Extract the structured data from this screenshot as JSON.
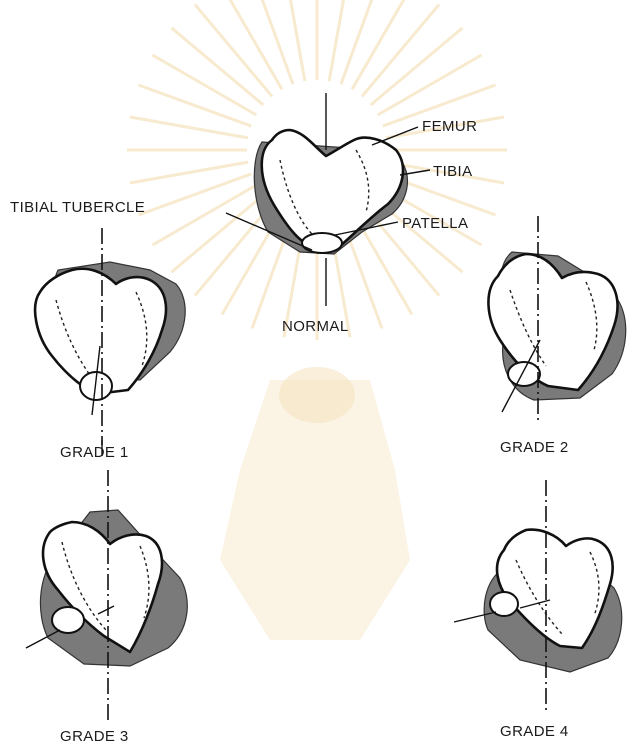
{
  "labels": {
    "femur": "FEMUR",
    "tibia": "TIBIA",
    "tibial_tubercle": "TIBIAL TUBERCLE",
    "patella": "PATELLA",
    "normal": "NORMAL",
    "grade_1": "GRADE 1",
    "grade_2": "GRADE 2",
    "grade_3": "GRADE 3",
    "grade_4": "GRADE 4"
  }
}
